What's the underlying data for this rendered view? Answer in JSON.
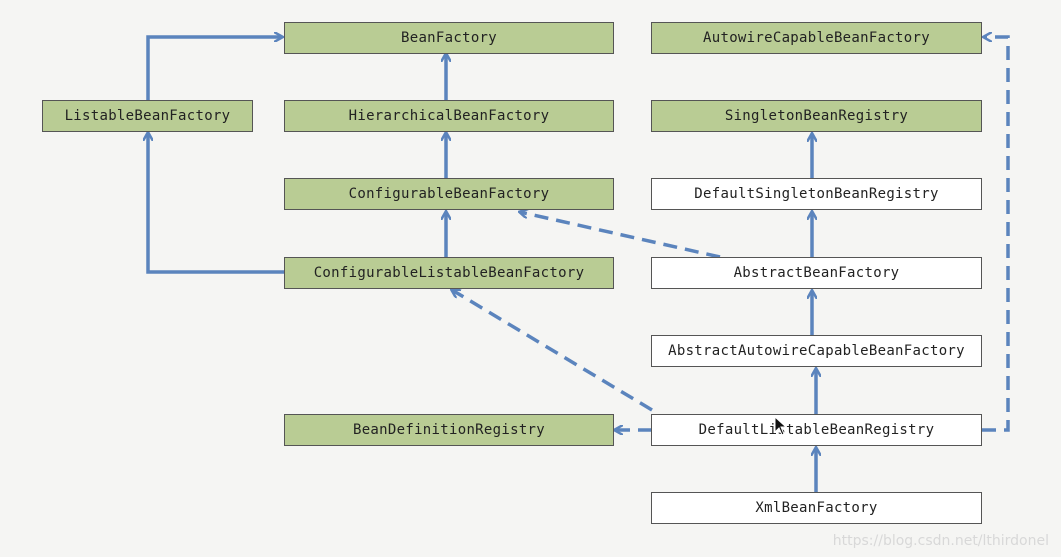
{
  "nodes": {
    "bean_factory": "BeanFactory",
    "autowire_capable_bean_factory": "AutowireCapableBeanFactory",
    "listable_bean_factory": "ListableBeanFactory",
    "hierarchical_bean_factory": "HierarchicalBeanFactory",
    "singleton_bean_registry": "SingletonBeanRegistry",
    "configurable_bean_factory": "ConfigurableBeanFactory",
    "default_singleton_bean_registry": "DefaultSingletonBeanRegistry",
    "configurable_listable_bean_factory": "ConfigurableListableBeanFactory",
    "abstract_bean_factory": "AbstractBeanFactory",
    "abstract_autowire_capable_bean_factory": "AbstractAutowireCapableBeanFactory",
    "bean_definition_registry": "BeanDefinitionRegistry",
    "default_listable_bean_registry": "DefaultListableBeanRegistry",
    "xml_bean_factory": "XmlBeanFactory"
  },
  "watermark": "https://blog.csdn.net/lthirdonel",
  "colors": {
    "interface_fill": "#b9cc94",
    "class_fill": "#ffffff",
    "arrow": "#5b84bd"
  }
}
